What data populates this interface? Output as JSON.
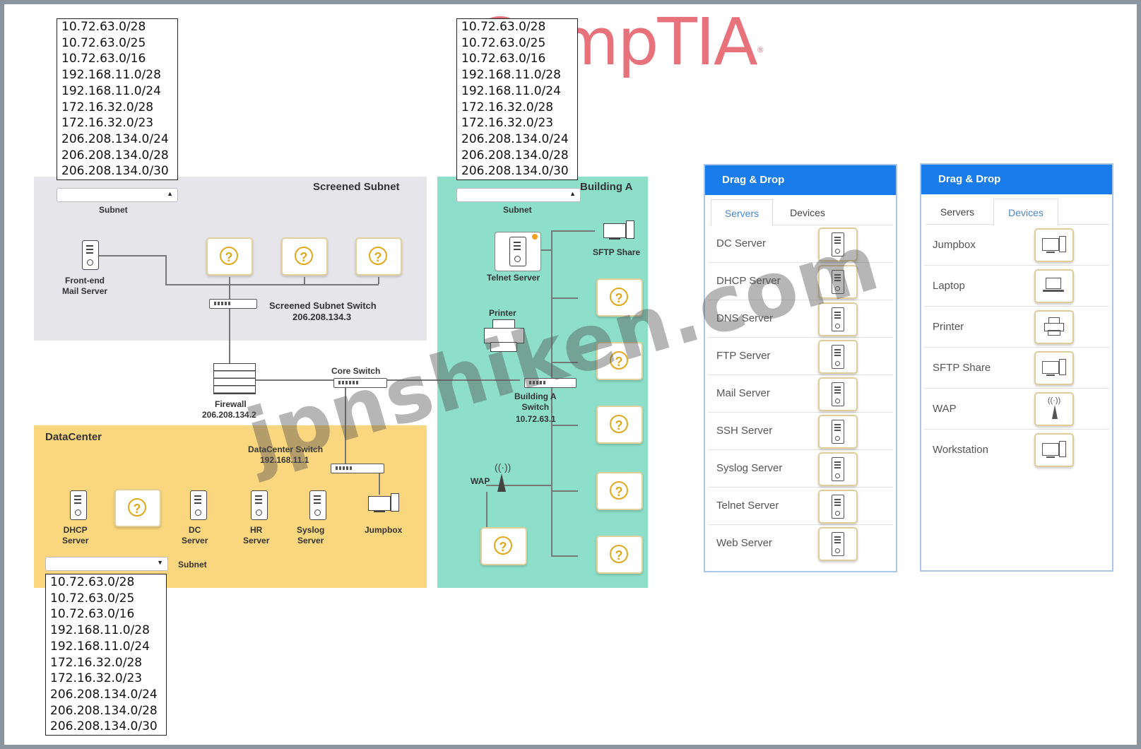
{
  "subnet_options": [
    "10.72.63.0/28",
    "10.72.63.0/25",
    "10.72.63.0/16",
    "192.168.11.0/28",
    "192.168.11.0/24",
    "172.16.32.0/28",
    "172.16.32.0/23",
    "206.208.134.0/24",
    "206.208.134.0/28",
    "206.208.134.0/30"
  ],
  "subnet_label": "Subnet",
  "logo": "CompTIA",
  "watermark": "jpnshiken.com",
  "screened": {
    "title": "Screened Subnet",
    "mail_server": "Front-end\nMail Server",
    "switch_name": "Screened Subnet Switch",
    "switch_ip": "206.208.134.3"
  },
  "core": {
    "firewall": "Firewall",
    "firewall_ip": "206.208.134.2",
    "core_switch": "Core Switch"
  },
  "building": {
    "title": "Building A",
    "telnet": "Telnet Server",
    "sftp": "SFTP Share",
    "printer": "Printer",
    "switch_name": "Building A\nSwitch",
    "switch_ip": "10.72.63.1",
    "wap": "WAP"
  },
  "datacenter": {
    "title": "DataCenter",
    "switch_name": "DataCenter Switch",
    "switch_ip": "192.168.11.1",
    "dhcp": "DHCP\nServer",
    "dc": "DC\nServer",
    "hr": "HR\nServer",
    "syslog": "Syslog\nServer",
    "jumpbox": "Jumpbox"
  },
  "slot_symbol": "?",
  "panel_servers": {
    "header": "Drag & Drop",
    "tabs": [
      "Servers",
      "Devices"
    ],
    "active_tab": "Servers",
    "items": [
      "DC Server",
      "DHCP Server",
      "DNS Server",
      "FTP Server",
      "Mail Server",
      "SSH Server",
      "Syslog Server",
      "Telnet Server",
      "Web Server"
    ]
  },
  "panel_devices": {
    "header": "Drag & Drop",
    "tabs": [
      "Servers",
      "Devices"
    ],
    "active_tab": "Devices",
    "items": [
      {
        "label": "Jumpbox",
        "icon": "workstation-icon"
      },
      {
        "label": "Laptop",
        "icon": "laptop-icon"
      },
      {
        "label": "Printer",
        "icon": "printer-icon"
      },
      {
        "label": "SFTP Share",
        "icon": "workstation-icon"
      },
      {
        "label": "WAP",
        "icon": "wap-icon"
      },
      {
        "label": "Workstation",
        "icon": "workstation-icon"
      }
    ]
  },
  "colors": {
    "screened_bg": "#e6e6ea",
    "building_bg": "#8ddfc9",
    "datacenter_bg": "#fad67e",
    "panel_header": "#1a7bea",
    "slot_accent": "#e1a81b"
  }
}
